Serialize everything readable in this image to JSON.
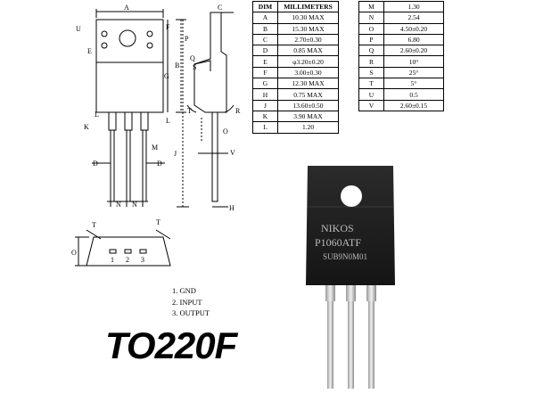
{
  "table1": {
    "headers": [
      "DIM",
      "MILLIMETERS"
    ],
    "rows": [
      [
        "A",
        "10.30 MAX"
      ],
      [
        "B",
        "15.30 MAX"
      ],
      [
        "C",
        "2.70±0.30"
      ],
      [
        "D",
        "0.85 MAX"
      ],
      [
        "E",
        "φ3.20±0.20"
      ],
      [
        "F",
        "3.00±0.30"
      ],
      [
        "G",
        "12.30 MAX"
      ],
      [
        "H",
        "0.75 MAX"
      ],
      [
        "J",
        "13.60±0.50"
      ],
      [
        "K",
        "3.90 MAX"
      ],
      [
        "L",
        "1.20"
      ]
    ]
  },
  "table2": {
    "rows": [
      [
        "M",
        "1.30"
      ],
      [
        "N",
        "2.54"
      ],
      [
        "O",
        "4.50±0.20"
      ],
      [
        "P",
        "6.80"
      ],
      [
        "Q",
        "2.60±0.20"
      ],
      [
        "R",
        "10°"
      ],
      [
        "S",
        "25°"
      ],
      [
        "T",
        "5°"
      ],
      [
        "U",
        "0.5"
      ],
      [
        "V",
        "2.60±0.15"
      ]
    ]
  },
  "pins": [
    "1.  GND",
    "2.  INPUT",
    "3.  OUTPUT"
  ],
  "package_title": "TO220F",
  "photo_marking": [
    "NIKOS",
    "P1060ATF",
    "SUB9N0M01"
  ],
  "drawing_labels": {
    "A": "A",
    "B": "B",
    "C": "C",
    "D": "D",
    "E": "E",
    "F": "F",
    "G": "G",
    "H": "H",
    "J": "J",
    "K": "K",
    "L": "L",
    "M": "M",
    "N": "N",
    "O": "O",
    "P": "P",
    "Q": "Q",
    "R": "R",
    "S": "S",
    "T": "T",
    "U": "U",
    "V": "V",
    "pin1": "1",
    "pin2": "2",
    "pin3": "3"
  }
}
